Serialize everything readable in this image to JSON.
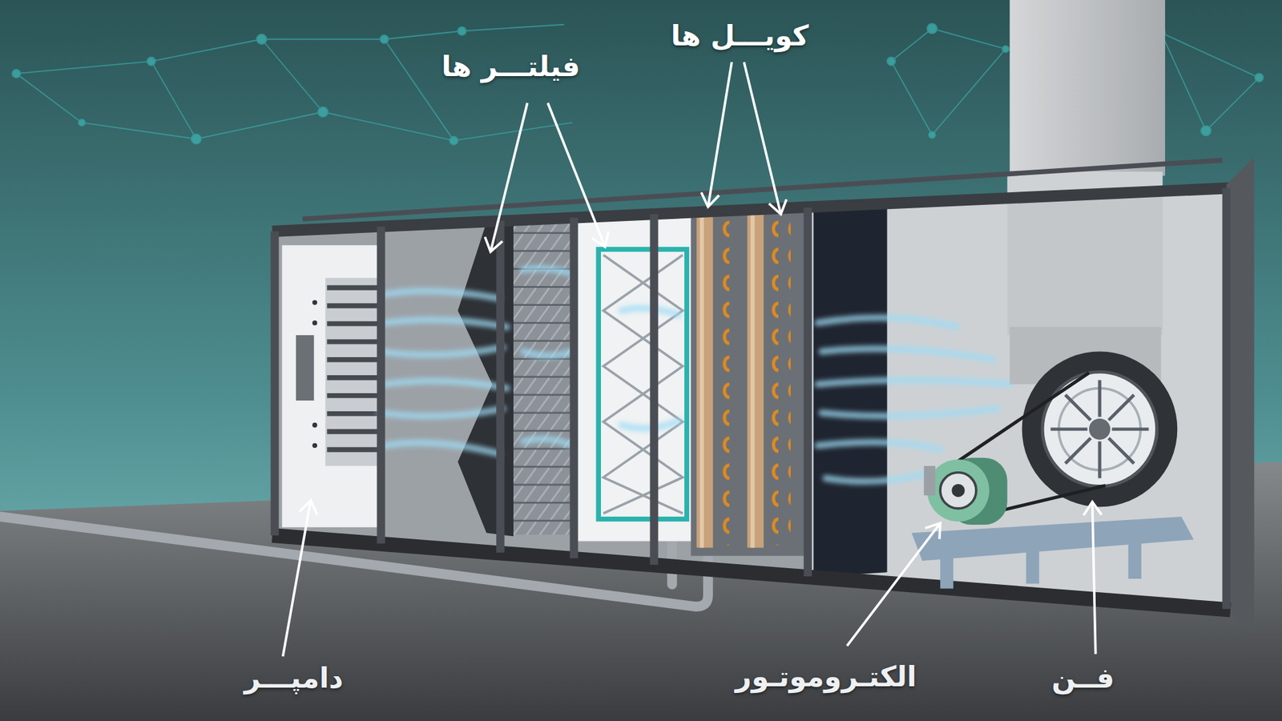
{
  "diagram": {
    "labels": [
      "فیلتـــر ها",
      "کویـــل ها",
      "دامپـــر",
      "الکتـروموتـور",
      "فــن"
    ]
  }
}
